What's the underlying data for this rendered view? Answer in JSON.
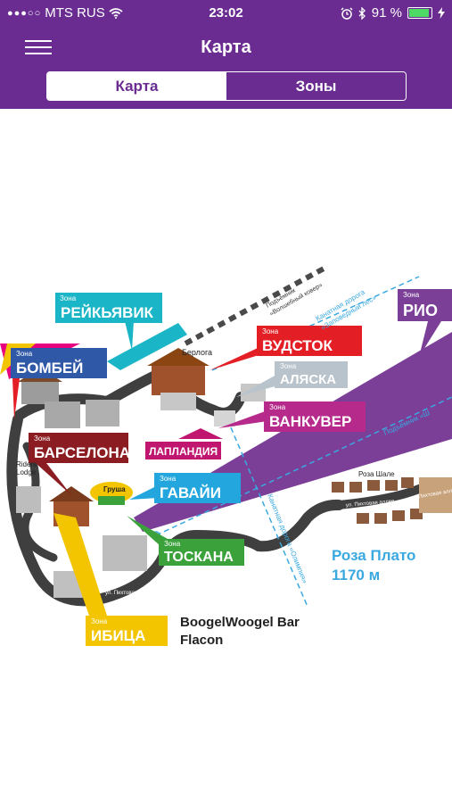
{
  "status": {
    "carrier": "MTS RUS",
    "time": "23:02",
    "battery": "91 %",
    "battery_level": 0.91,
    "icons": [
      "signal-dots-icon",
      "wifi-icon",
      "alarm-icon",
      "bluetooth-icon",
      "battery-icon",
      "charging-icon"
    ]
  },
  "header": {
    "title": "Карта",
    "tabs": [
      {
        "label": "Карта",
        "active": true
      },
      {
        "label": "Зоны",
        "active": false
      }
    ]
  },
  "colors": {
    "brand": "#6a2c91",
    "rio": "#7b3f98",
    "reykjavik": "#1ab5c6",
    "bombay": "#2f58a6",
    "barcelona": "#8b1d22",
    "woodstock": "#e31e24",
    "alaska": "#b9c3cb",
    "vancouver": "#b52a8a",
    "lapland": "#c0166f",
    "hawaii": "#23a6de",
    "tuscany": "#3aa13b",
    "ibiza": "#f2c500",
    "route_blue": "#3aa9e0"
  },
  "map": {
    "zone_word": "Зона",
    "zones": {
      "reykjavik": "РЕЙКЬЯВИК",
      "bombay": "БОМБЕЙ",
      "barcelona": "БАРСЕЛОНА",
      "woodstock": "ВУДСТОК",
      "alaska": "АЛЯСКА",
      "vancouver": "ВАНКУВЕР",
      "rio": "РИО",
      "lapland": "ЛАПЛАНДИЯ",
      "hawaii": "ГАВАЙИ",
      "tuscany": "ТОСКАНА",
      "ibiza": "ИБИЦА"
    },
    "labels": {
      "lift_magic_line1": "Подъёмник",
      "lift_magic_line2": "«Волшебный ковер»",
      "cable_forest_line1": "Канатная дорога",
      "cable_forest_line2": "«Заповедный лес»",
      "lift_right": "Подъёмник «Ш",
      "cable_olympia": "Канатная дорога «Олимпия»",
      "berloga": "Берлога",
      "riders_lodge_line1": "Riders",
      "riders_lodge_line2": "Lodge",
      "grusha": "Груша",
      "roza_shale": "Роза Шале",
      "pihtovaya_1": "ул. Пихтовая аллея",
      "pihtovaya_2": "ул. Пихтовая аллея",
      "pihtovaya_3": "ул. Пихтовая аллея",
      "roza_plato_line1": "Роза Плато",
      "roza_plato_line2": "1170 м",
      "bar_line1": "BoogelWoogel Bar",
      "bar_line2": "Flacon"
    }
  }
}
